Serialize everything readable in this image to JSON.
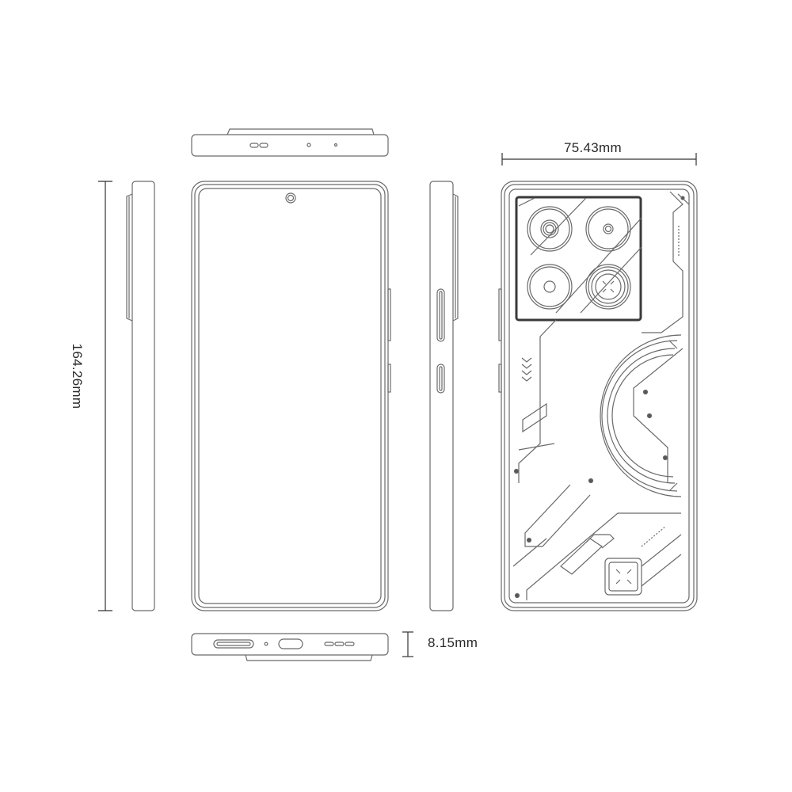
{
  "dimensions": {
    "width": "75.43mm",
    "height": "164.26mm",
    "depth": "8.15mm"
  },
  "colors": {
    "line": "#6a6a6a",
    "dark": "#3a3a3a",
    "background": "#ffffff"
  }
}
